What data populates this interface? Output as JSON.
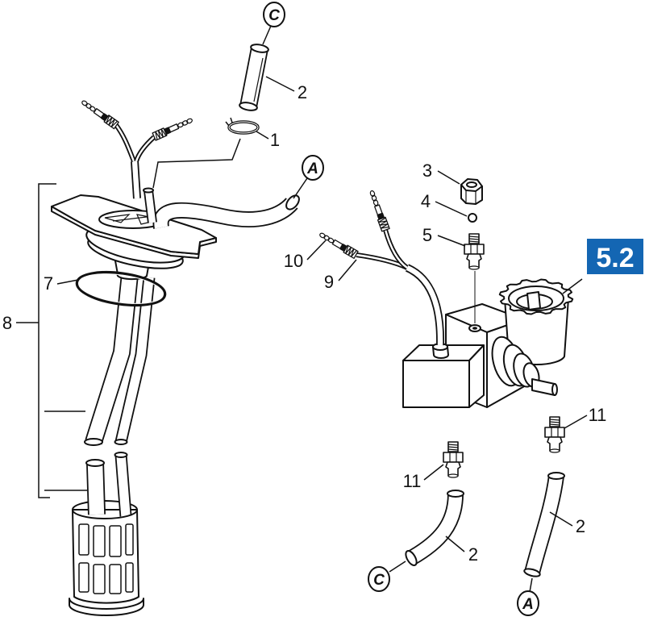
{
  "badge": "5.2",
  "references": {
    "c_top": "C",
    "a_top": "A",
    "c_bottom": "C",
    "a_bottom": "A"
  },
  "callouts": {
    "part_1": "1",
    "part_2_top": "2",
    "part_2_left": "2",
    "part_2_right": "2",
    "part_3": "3",
    "part_4": "4",
    "part_5": "5",
    "part_7": "7",
    "part_8": "8",
    "part_9": "9",
    "part_10": "10",
    "part_11_left": "11",
    "part_11_right": "11"
  },
  "colors": {
    "badge": "#1466b3",
    "line": "#111111"
  }
}
